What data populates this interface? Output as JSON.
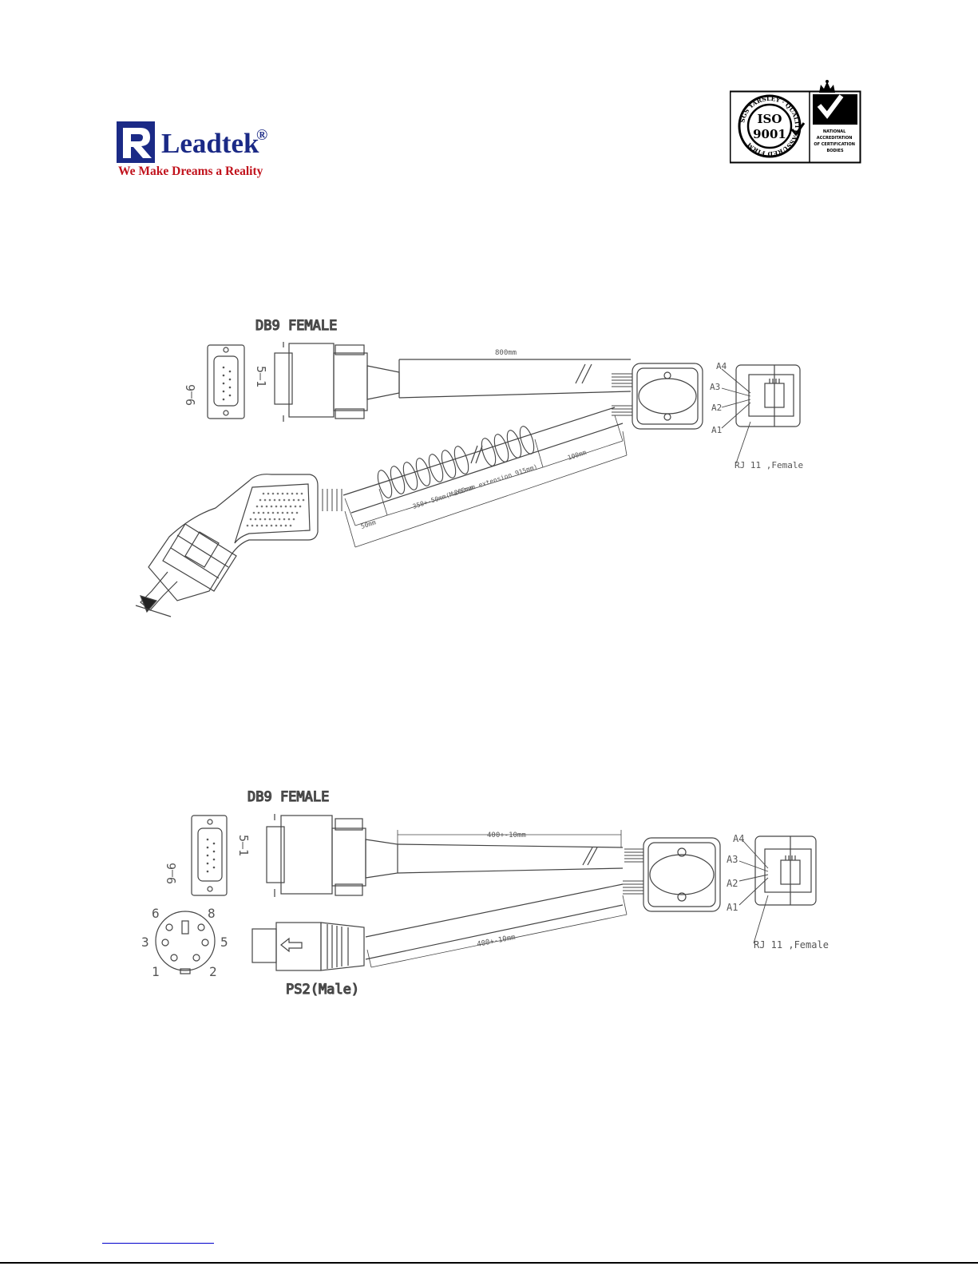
{
  "header": {
    "brand_name": "Leadtek",
    "registered_mark": "®",
    "tagline": "We Make Dreams a Reality",
    "iso_badge": {
      "ring_text": "SGS YARSLEY · QUALITY ASSURED FIRM",
      "standard_top": "ISO",
      "standard_number": "9001",
      "accreditation_text": [
        "NATIONAL",
        "ACCREDITATION",
        "OF CERTIFICATION",
        "BODIES"
      ]
    }
  },
  "diagram1": {
    "connector_title": "DB9 FEMALE",
    "pin_left": "9—6",
    "pin_right": "5—1",
    "dim_cable": "800mm",
    "dim_coil_100": "100mm",
    "dim_coil_200": "200mm",
    "dim_coil_total": "350+-50mm(Maximum extension 915mm)",
    "dim_coil_50": "50mm",
    "pins": [
      "A4",
      "A3",
      "A2",
      "A1"
    ],
    "jack_label": "RJ 11 ,Female"
  },
  "diagram2": {
    "connector_title": "DB9 FEMALE",
    "pin_left": "9—6",
    "pin_right": "5—1",
    "dim_cable_top": "400+-10mm",
    "dim_cable_bottom": "400+-10mm",
    "pins": [
      "A4",
      "A3",
      "A2",
      "A1"
    ],
    "jack_label": "RJ 11 ,Female",
    "ps2_label": "PS2(Male)",
    "ps2_pins": [
      "6",
      "8",
      "3",
      "5",
      "1",
      "2"
    ]
  }
}
